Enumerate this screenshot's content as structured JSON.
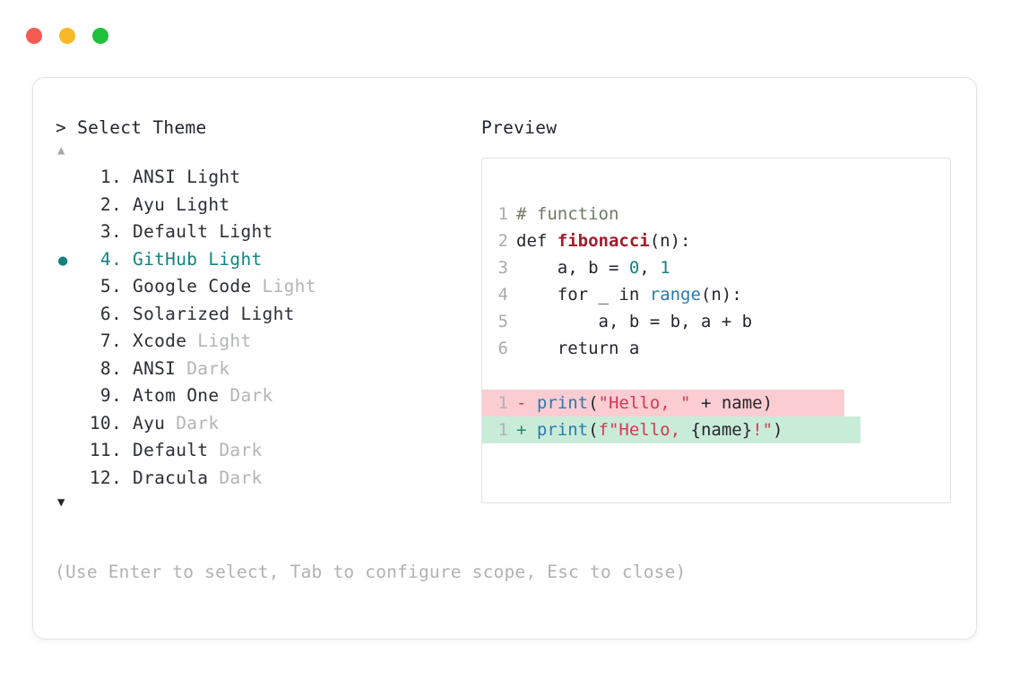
{
  "window": {
    "dots": [
      {
        "name": "close-dot",
        "color": "#f65b52"
      },
      {
        "name": "minimize-dot",
        "color": "#f7b928"
      },
      {
        "name": "maximize-dot",
        "color": "#21c03c"
      }
    ]
  },
  "selector": {
    "prompt_symbol": ">",
    "prompt_label": "Select Theme",
    "scroll_up_glyph": "▲",
    "scroll_down_glyph": "▼",
    "selected_index": 4,
    "selection_marker": "●",
    "items": [
      {
        "num": "1.",
        "name": "ANSI",
        "suffix": "Light",
        "suffix_dim": false,
        "selected": false
      },
      {
        "num": "2.",
        "name": "Ayu",
        "suffix": "Light",
        "suffix_dim": false,
        "selected": false
      },
      {
        "num": "3.",
        "name": "Default",
        "suffix": "Light",
        "suffix_dim": false,
        "selected": false
      },
      {
        "num": "4.",
        "name": "GitHub",
        "suffix": "Light",
        "suffix_dim": false,
        "selected": true
      },
      {
        "num": "5.",
        "name": "Google Code",
        "suffix": "Light",
        "suffix_dim": true,
        "selected": false
      },
      {
        "num": "6.",
        "name": "Solarized",
        "suffix": "Light",
        "suffix_dim": false,
        "selected": false
      },
      {
        "num": "7.",
        "name": "Xcode",
        "suffix": "Light",
        "suffix_dim": true,
        "selected": false
      },
      {
        "num": "8.",
        "name": "ANSI",
        "suffix": "Dark",
        "suffix_dim": true,
        "selected": false
      },
      {
        "num": "9.",
        "name": "Atom One",
        "suffix": "Dark",
        "suffix_dim": true,
        "selected": false
      },
      {
        "num": "10.",
        "name": "Ayu",
        "suffix": "Dark",
        "suffix_dim": true,
        "selected": false
      },
      {
        "num": "11.",
        "name": "Default",
        "suffix": "Dark",
        "suffix_dim": true,
        "selected": false
      },
      {
        "num": "12.",
        "name": "Dracula",
        "suffix": "Dark",
        "suffix_dim": true,
        "selected": false
      }
    ],
    "hint": "(Use Enter to select, Tab to configure scope, Esc to close)"
  },
  "preview": {
    "title": "Preview",
    "code_lines": [
      {
        "number": "1",
        "tokens": [
          {
            "t": "# function",
            "c": "comment"
          }
        ]
      },
      {
        "number": "2",
        "tokens": [
          {
            "t": "def ",
            "c": "plain"
          },
          {
            "t": "fibonacci",
            "c": "func"
          },
          {
            "t": "(n):",
            "c": "plain"
          }
        ]
      },
      {
        "number": "3",
        "tokens": [
          {
            "t": "    a, b = ",
            "c": "plain"
          },
          {
            "t": "0",
            "c": "num"
          },
          {
            "t": ", ",
            "c": "plain"
          },
          {
            "t": "1",
            "c": "num"
          }
        ]
      },
      {
        "number": "4",
        "tokens": [
          {
            "t": "    for _ in ",
            "c": "plain"
          },
          {
            "t": "range",
            "c": "builtin"
          },
          {
            "t": "(n):",
            "c": "plain"
          }
        ]
      },
      {
        "number": "5",
        "tokens": [
          {
            "t": "        a, b = b, a + b",
            "c": "plain"
          }
        ]
      },
      {
        "number": "6",
        "tokens": [
          {
            "t": "    return a",
            "c": "plain"
          }
        ]
      }
    ],
    "diff_lines": [
      {
        "number": "1",
        "kind": "removed",
        "sign": "-",
        "tokens": [
          {
            "t": "print",
            "c": "builtin"
          },
          {
            "t": "(",
            "c": "plain"
          },
          {
            "t": "\"Hello, \"",
            "c": "string"
          },
          {
            "t": " + name)",
            "c": "plain"
          }
        ]
      },
      {
        "number": "1",
        "kind": "added",
        "sign": "+",
        "tokens": [
          {
            "t": "print",
            "c": "builtin"
          },
          {
            "t": "(",
            "c": "plain"
          },
          {
            "t": "f\"Hello, ",
            "c": "string"
          },
          {
            "t": "{name}",
            "c": "plain"
          },
          {
            "t": "!\"",
            "c": "string"
          },
          {
            "t": ")",
            "c": "plain"
          }
        ]
      }
    ]
  },
  "colors": {
    "accent_teal": "#11837f",
    "diff_removed_bg": "#fbcdd2",
    "diff_added_bg": "#c9ecd9",
    "string_red": "#d93654",
    "builtin_blue": "#2a7ab0",
    "func_crimson": "#a01d2b",
    "comment_olive": "#6f7a66",
    "dim_gray": "#b2b4b6",
    "card_border": "#e3e3e4"
  }
}
